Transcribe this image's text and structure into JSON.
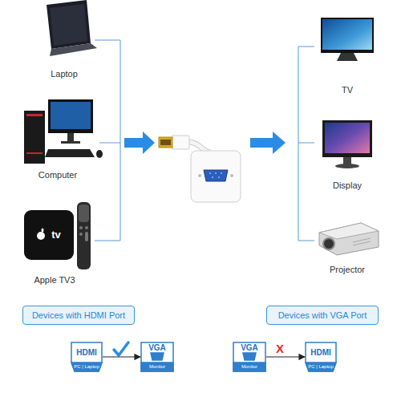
{
  "diagram": {
    "nodes": [
      {
        "text": [
          "Devices with HDMI Port"
        ]
      },
      {
        "text": [
          "Devices with VGA Port"
        ]
      },
      {
        "text": [
          "HDMI",
          "PC | Laptop"
        ]
      },
      {
        "text": [
          "VGA",
          "Monitor"
        ]
      },
      {
        "text": [
          "VGA",
          "Monitor"
        ]
      },
      {
        "text": [
          "HDMI",
          "PC | Laptop"
        ]
      }
    ],
    "edges": [
      {
        "from": 2,
        "to": 3,
        "arrow": "to"
      },
      {
        "from": 4,
        "to": 5,
        "arrow": "to"
      }
    ],
    "labels": [
      "Laptop",
      "Computer",
      "tv",
      "Apple TV3",
      "TV",
      "Display",
      "Projector",
      "X"
    ]
  }
}
